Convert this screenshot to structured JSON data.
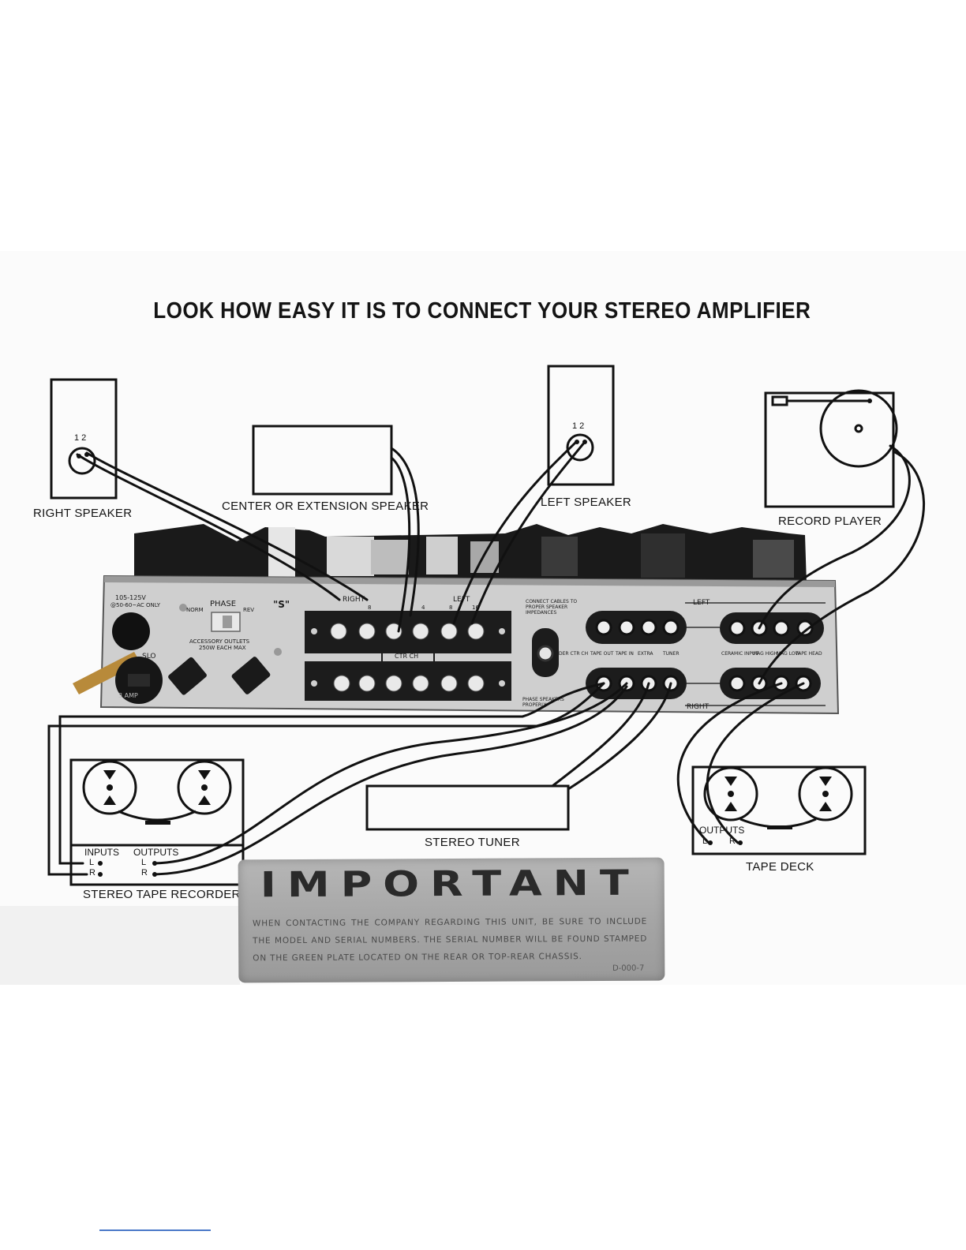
{
  "title": "LOOK HOW EASY IT IS TO CONNECT YOUR STEREO AMPLIFIER",
  "labels": {
    "right_speaker": "RIGHT SPEAKER",
    "center_speaker": "CENTER OR EXTENSION SPEAKER",
    "left_speaker": "LEFT SPEAKER",
    "record_player": "RECORD PLAYER",
    "stereo_tuner": "STEREO TUNER",
    "tape_deck": "TAPE DECK",
    "stereo_tape_recorder": "STEREO TAPE RECORDER"
  },
  "speaker_terminals": "1 2",
  "tape_recorder": {
    "inputs": "INPUTS",
    "outputs": "OUTPUTS",
    "left": "L",
    "right": "R"
  },
  "tape_deck": {
    "outputs": "OUTPUTS",
    "left": "L",
    "right": "R"
  },
  "chassis": {
    "voltage_line1": "105-125V",
    "voltage_line2": "@50-60~AC ONLY",
    "phase": "PHASE",
    "norm": "NORM",
    "rev": "REV",
    "logo": "\"S\"",
    "accessory_line1": "ACCESSORY OUTLETS",
    "accessory_line2": "250W EACH MAX",
    "fuse": "SLO",
    "fuse_rating": "3 AMP",
    "right": "RIGHT",
    "left": "LEFT",
    "terminal_8a": "8",
    "terminal_4a": "4",
    "terminal_8b": "8",
    "terminal_16": "16",
    "ctr_ch": "CTR CH",
    "connect_line1": "CONNECT CABLES TO",
    "connect_line2": "PROPER SPEAKER",
    "connect_line3": "IMPEDANCES",
    "phase_line1": "PHASE SPEAKERS",
    "phase_line2": "PROPERLY",
    "der_ctr": "DER CTR CH",
    "inputs_left": "LEFT",
    "inputs_right": "RIGHT",
    "tape_out": "TAPE OUT",
    "tape_in": "TAPE IN",
    "extra": "EXTRA",
    "tuner": "TUNER",
    "ceramic_input": "CERAMIC INPUT",
    "mag_high": "MAG HIGH",
    "mag_low": "MAG LOW",
    "tape_head": "TAPE HEAD"
  },
  "important_plate": {
    "title": "IMPORTANT",
    "text": "When contacting the company regarding this unit, be sure to include the model and serial numbers. The serial number will be found stamped on the green plate located on the rear or top-rear chassis.",
    "code": "D-000-7"
  }
}
